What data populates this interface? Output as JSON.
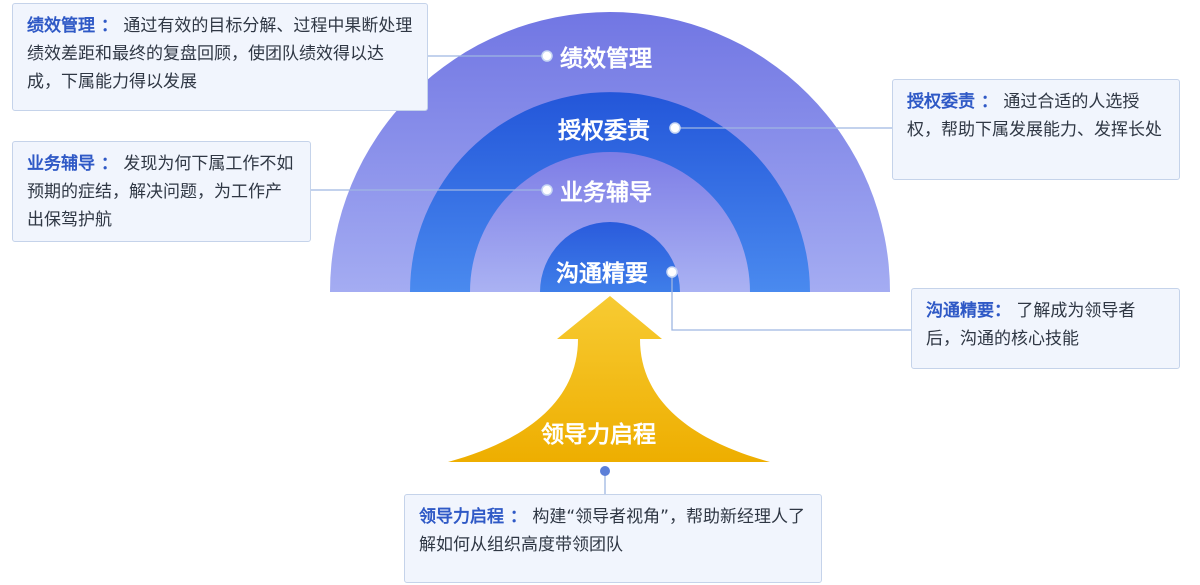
{
  "rings": {
    "performance": "绩效管理",
    "delegation": "授权委责",
    "coaching": "业务辅导",
    "communication": "沟通精要"
  },
  "arrow": {
    "label": "领导力启程"
  },
  "boxes": {
    "performance": {
      "title": "绩效管理 ：",
      "text": "通过有效的目标分解、过程中果断处理绩效差距和最终的复盘回顾，使团队绩效得以达成，下属能力得以发展"
    },
    "coaching": {
      "title": "业务辅导 ：",
      "text": "发现为何下属工作不如预期的症结，解决问题，为工作产出保驾护航"
    },
    "delegation": {
      "title": "授权委责 ：",
      "text": "通过合适的人选授权，帮助下属发展能力、发挥长处"
    },
    "communication": {
      "title": "沟通精要：",
      "text": "了解成为领导者后，沟通的核心技能"
    },
    "leadership": {
      "title": "领导力启程 ：",
      "text": "构建“领导者视角”，帮助新经理人了解如何从组织高度带领团队"
    }
  },
  "colors": {
    "ring_outer": "#7f86e6",
    "ring_delegation": "#2f6ae0",
    "ring_coaching": "#8d8cec",
    "ring_center": "#3566e0",
    "arrow": "#f2b705",
    "accent_text": "#2f59c6"
  }
}
